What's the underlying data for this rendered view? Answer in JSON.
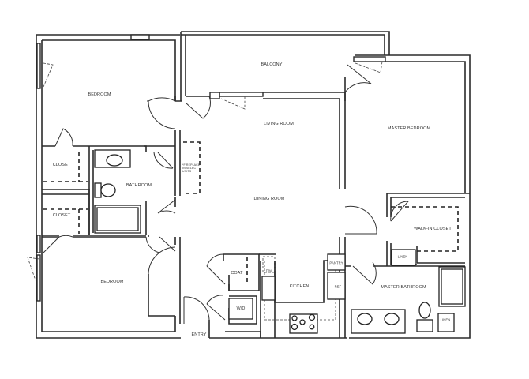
{
  "floor_plan": {
    "colors": {
      "wall": "#2b2b2b",
      "background": "#ffffff",
      "label": "#333333"
    },
    "rooms": {
      "bedroom_1": "BEDROOM",
      "bedroom_2": "BEDROOM",
      "balcony": "BALCONY",
      "living_room": "LIVING ROOM",
      "dining_room": "DINING ROOM",
      "master_bedroom": "MASTER BEDROOM",
      "closet_1": "CLOSET",
      "closet_2": "CLOSET",
      "bathroom": "BATHROOM",
      "walk_in_closet": "WALK-IN CLOSET",
      "master_bathroom": "MASTER BATHROOM",
      "kitchen": "KITCHEN",
      "entry": "ENTRY",
      "coat": "COAT",
      "wd": "W/D"
    },
    "fixtures": {
      "dw": "D/W",
      "pantry": "PANTRY",
      "ref": "REF",
      "linen_1": "LINEN",
      "linen_2": "LINEN"
    },
    "notes": {
      "fireplace": "*FIREPLACE\nIN SELECT\nUNITS"
    }
  }
}
